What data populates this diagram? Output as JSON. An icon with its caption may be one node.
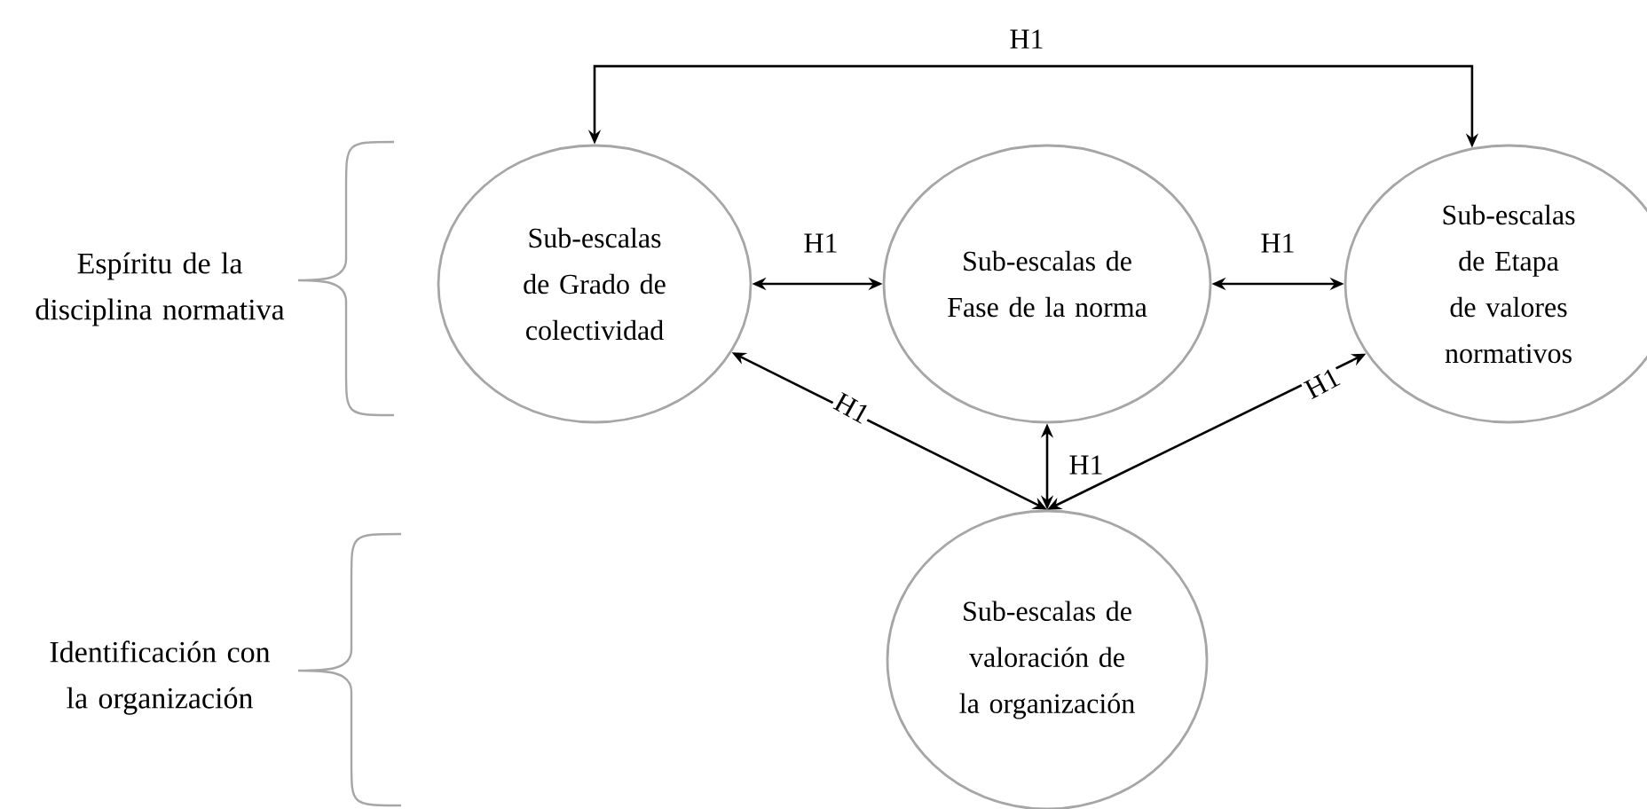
{
  "diagram": {
    "nodes": [
      {
        "text": [
          "Sub-escalas de Grado de colectividad"
        ]
      },
      {
        "text": [
          "Sub-escalas de Fase de la norma"
        ]
      },
      {
        "text": [
          "Sub-escalas de Etapa de valores normativos"
        ]
      },
      {
        "text": [
          "Sub-escalas de valoración de la organización"
        ]
      }
    ],
    "edges": [
      {
        "from": 0,
        "to": 2,
        "arrow": "both",
        "label": "H1"
      },
      {
        "from": 0,
        "to": 1,
        "arrow": "both",
        "label": "H1"
      },
      {
        "from": 1,
        "to": 2,
        "arrow": "both",
        "label": "H1"
      },
      {
        "from": 0,
        "to": 3,
        "arrow": "both",
        "label": "H1"
      },
      {
        "from": 1,
        "to": 3,
        "arrow": "both",
        "label": "H1"
      },
      {
        "from": 2,
        "to": 3,
        "arrow": "both",
        "label": "H1"
      }
    ],
    "labels": [
      "Espíritu de la disciplina normativa",
      "Identificación con la organización"
    ]
  }
}
